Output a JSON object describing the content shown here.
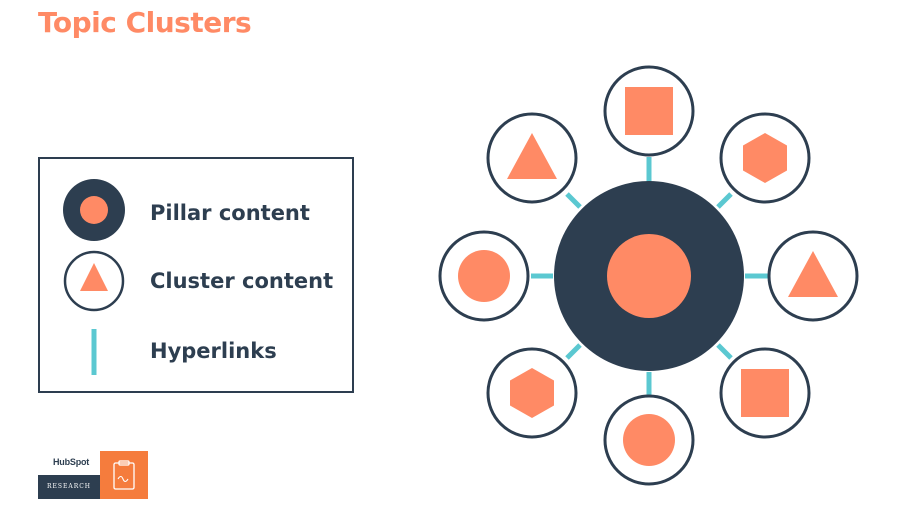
{
  "title": "Topic Clusters",
  "legend": {
    "items": [
      {
        "label": "Pillar content",
        "icon": "pillar-circle-icon"
      },
      {
        "label": "Cluster content",
        "icon": "cluster-triangle-icon"
      },
      {
        "label": "Hyperlinks",
        "icon": "hyperlink-line-icon"
      }
    ]
  },
  "diagram": {
    "pillar": {
      "shape": "circle"
    },
    "clusters": [
      {
        "position": "top",
        "shape": "square"
      },
      {
        "position": "top-right",
        "shape": "hexagon"
      },
      {
        "position": "right",
        "shape": "triangle"
      },
      {
        "position": "bottom-right",
        "shape": "square"
      },
      {
        "position": "bottom",
        "shape": "circle"
      },
      {
        "position": "bottom-left",
        "shape": "hexagon"
      },
      {
        "position": "left",
        "shape": "circle"
      },
      {
        "position": "top-left",
        "shape": "triangle"
      }
    ]
  },
  "logo": {
    "brand": "HubSpot",
    "sub": "RESEARCH"
  },
  "colors": {
    "navy": "#2d3e50",
    "coral": "#ff8a65",
    "teal": "#5bc8d1",
    "orange": "#f57c3d"
  }
}
